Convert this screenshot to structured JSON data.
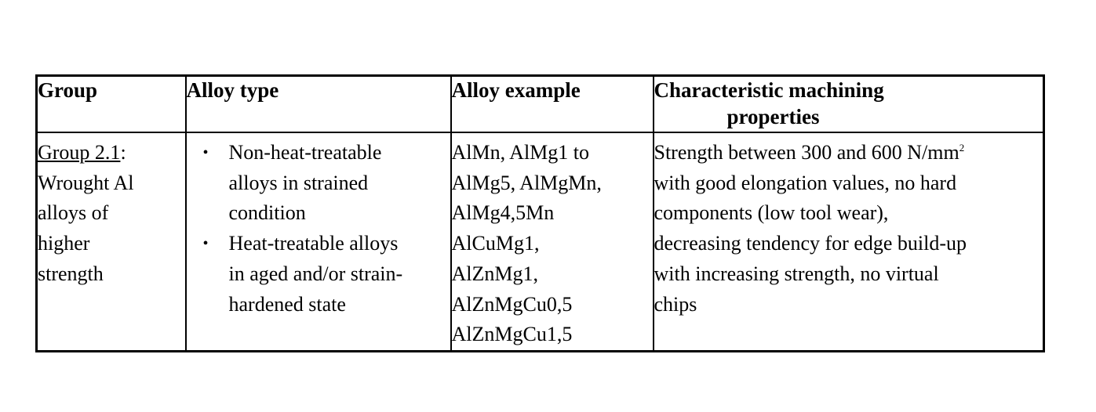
{
  "headers": {
    "group": "Group",
    "alloy_type": "Alloy type",
    "alloy_example": "Alloy example",
    "properties_line1": "Characteristic machining",
    "properties_line2": "properties"
  },
  "row": {
    "group_link": "Group 2.1",
    "group_colon": ":",
    "group_lines": [
      "Wrought Al",
      "alloys of",
      "higher",
      "strength"
    ],
    "alloy_types": [
      {
        "lines": [
          "Non-heat-treatable",
          "alloys in strained",
          "condition"
        ]
      },
      {
        "lines": [
          "Heat-treatable alloys",
          "in aged and/or strain-",
          "hardened state"
        ]
      }
    ],
    "bullet_glyph": "•",
    "examples": [
      "AlMn, AlMg1 to",
      "AlMg5, AlMgMn,",
      "AlMg4,5Mn",
      "AlCuMg1,",
      "AlZnMg1,",
      "AlZnMgCu0,5",
      "AlZnMgCu1,5"
    ],
    "properties_first": "Strength between 300 and 600 N/mm",
    "properties_sup": "2",
    "properties_lines": [
      "with good elongation values, no hard",
      "components (low tool wear),",
      "decreasing tendency for edge build-up",
      "with increasing strength, no virtual",
      "chips"
    ]
  }
}
